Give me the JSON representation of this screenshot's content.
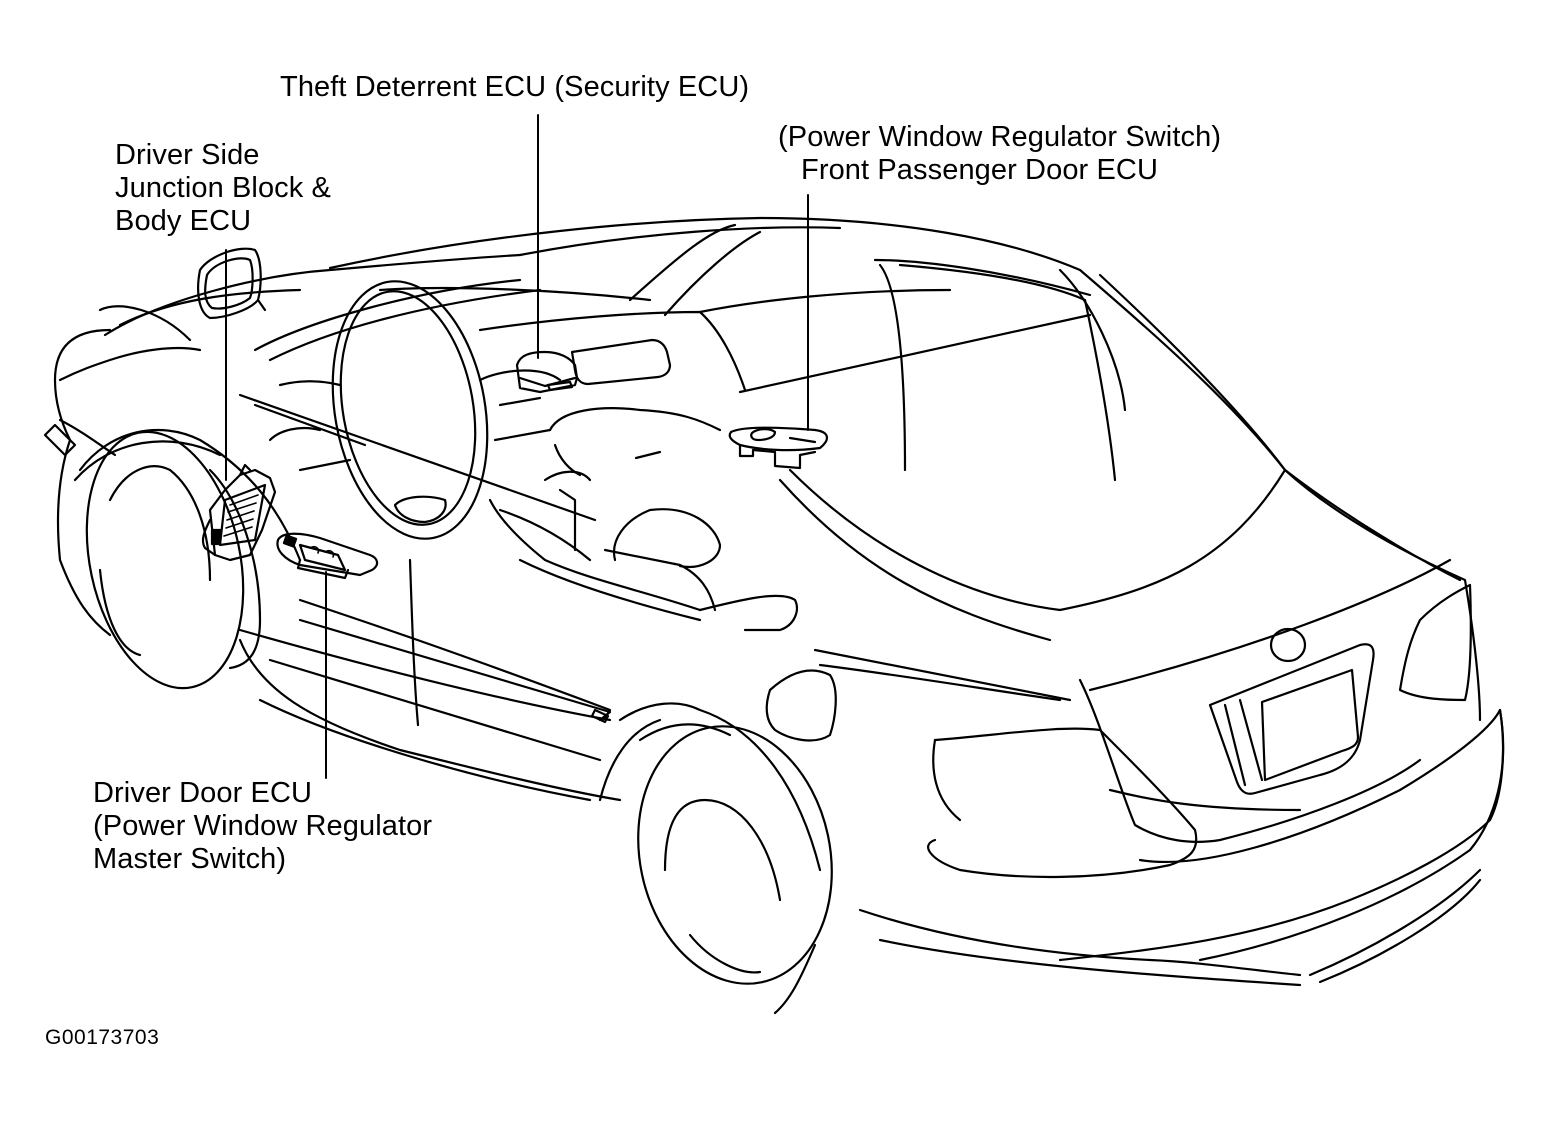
{
  "diagram": {
    "title": "ECU component locations",
    "figure_id": "G00173703",
    "labels": {
      "theft_deterrent": [
        "Theft Deterrent ECU (Security ECU)"
      ],
      "junction_block": [
        "Driver Side",
        "Junction Block &",
        "Body ECU"
      ],
      "front_passenger": [
        "(Power Window Regulator Switch)",
        "Front Passenger Door ECU"
      ],
      "driver_door": [
        "Driver Door ECU",
        "(Power Window Regulator",
        "Master Switch)"
      ]
    },
    "components": [
      {
        "id": "theft-deterrent-ecu",
        "name": "Theft Deterrent ECU (Security ECU)"
      },
      {
        "id": "junction-block-body-ecu",
        "name": "Driver Side Junction Block & Body ECU"
      },
      {
        "id": "front-passenger-door-ecu",
        "name": "Front Passenger Door ECU"
      },
      {
        "id": "driver-door-ecu",
        "name": "Driver Door ECU"
      }
    ],
    "colors": {
      "line": "#000000",
      "background": "#ffffff"
    }
  }
}
